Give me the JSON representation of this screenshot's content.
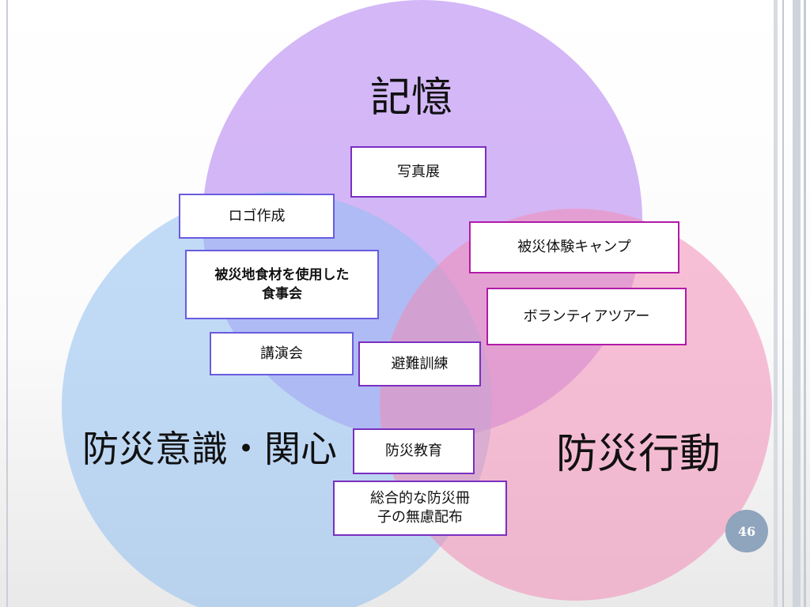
{
  "diagram": {
    "type": "venn",
    "circles": {
      "memory": {
        "label": "記憶",
        "color": "#b07cf0"
      },
      "awareness": {
        "label": "防災意識・関心",
        "color": "#8fbff2"
      },
      "action": {
        "label": "防災行動",
        "color": "#f28cb4"
      }
    },
    "items": {
      "photo_exhibition": "写真展",
      "logo_creation": "ロゴ作成",
      "disaster_food_meal": "被災地食材を使用した\n食事会",
      "lecture": "講演会",
      "evacuation_drill": "避難訓練",
      "disaster_camp": "被災体験キャンプ",
      "volunteer_tour": "ボランティアツアー",
      "disaster_education": "防災教育",
      "booklet": "総合的な防災冊\n子の無慮配布"
    }
  },
  "slide": {
    "page_number": "46"
  }
}
